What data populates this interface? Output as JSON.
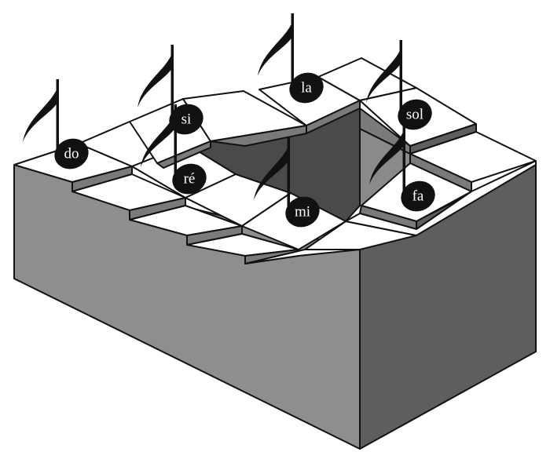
{
  "figure": {
    "description_hidden": false,
    "colors": {
      "background": "#ffffff",
      "outline": "#111111",
      "tread": "#ffffff",
      "front_wall": "#8e8e8e",
      "right_wall": "#5e5e5e",
      "riser_light": "#7a7a7a",
      "riser_dark": "#4a4a4a",
      "note": "#111111",
      "note_text": "#ffffff"
    },
    "notes": [
      {
        "id": "do",
        "label": "do"
      },
      {
        "id": "re",
        "label": "ré"
      },
      {
        "id": "mi",
        "label": "mi"
      },
      {
        "id": "fa",
        "label": "fa"
      },
      {
        "id": "sol",
        "label": "sol"
      },
      {
        "id": "la",
        "label": "la"
      },
      {
        "id": "si",
        "label": "si"
      }
    ]
  }
}
